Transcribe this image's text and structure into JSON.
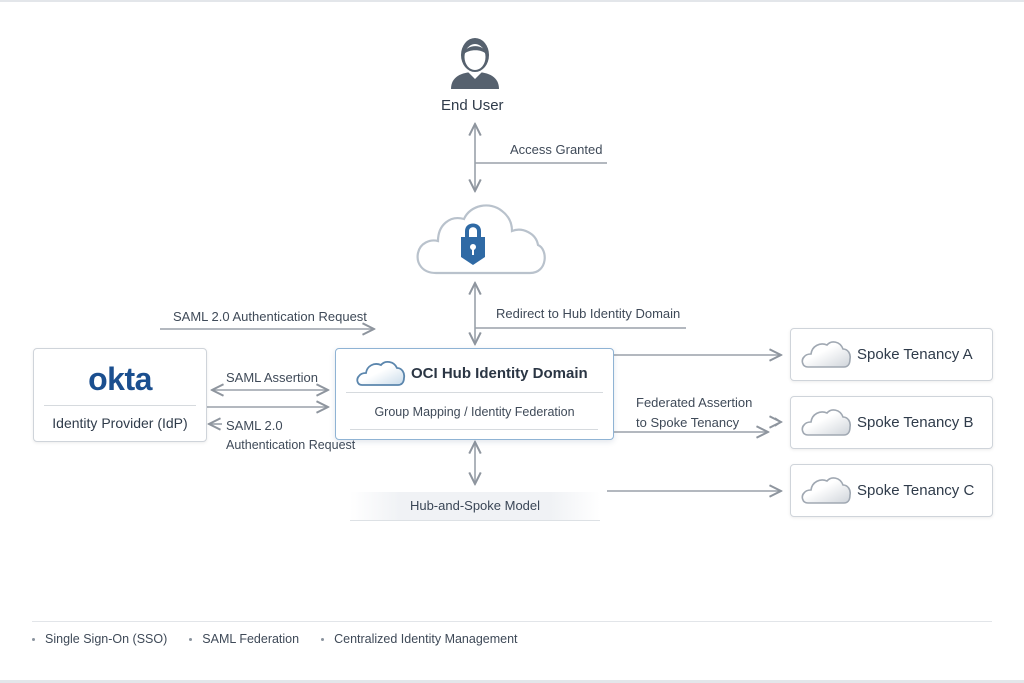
{
  "diagram": {
    "end_user": {
      "label": "End User",
      "icon": "user-icon"
    },
    "access_granted": "Access Granted",
    "secure_cloud": {
      "icon": "cloud-lock-icon"
    },
    "redirect_label": "Redirect to Hub Identity Domain",
    "saml_request_top": "SAML 2.0 Authentication Request",
    "idp": {
      "logo": "okta",
      "label": "Identity Provider (IdP)"
    },
    "saml_assertion": "SAML Assertion",
    "saml_request_bottom_line1": "SAML 2.0",
    "saml_request_bottom_line2": "Authentication Request",
    "hub": {
      "title": "OCI Hub Identity Domain",
      "subtitle": "Group Mapping / Identity Federation",
      "icon": "cloud-icon"
    },
    "federated_line1": "Federated Assertion",
    "federated_line2": "to Spoke Tenancy",
    "model_label": "Hub-and-Spoke Model",
    "spokes": [
      {
        "label": "Spoke Tenancy A",
        "icon": "cloud-icon"
      },
      {
        "label": "Spoke Tenancy B",
        "icon": "cloud-icon"
      },
      {
        "label": "Spoke Tenancy C",
        "icon": "cloud-icon"
      }
    ]
  },
  "footer": {
    "items": [
      "Single Sign-On (SSO)",
      "SAML Federation",
      "Centralized Identity Management"
    ]
  },
  "colors": {
    "okta_blue": "#1b4f8f",
    "lock_blue": "#2f6aa5",
    "hub_border": "#8fb3d4",
    "connector_gray": "#9aa1aa"
  }
}
